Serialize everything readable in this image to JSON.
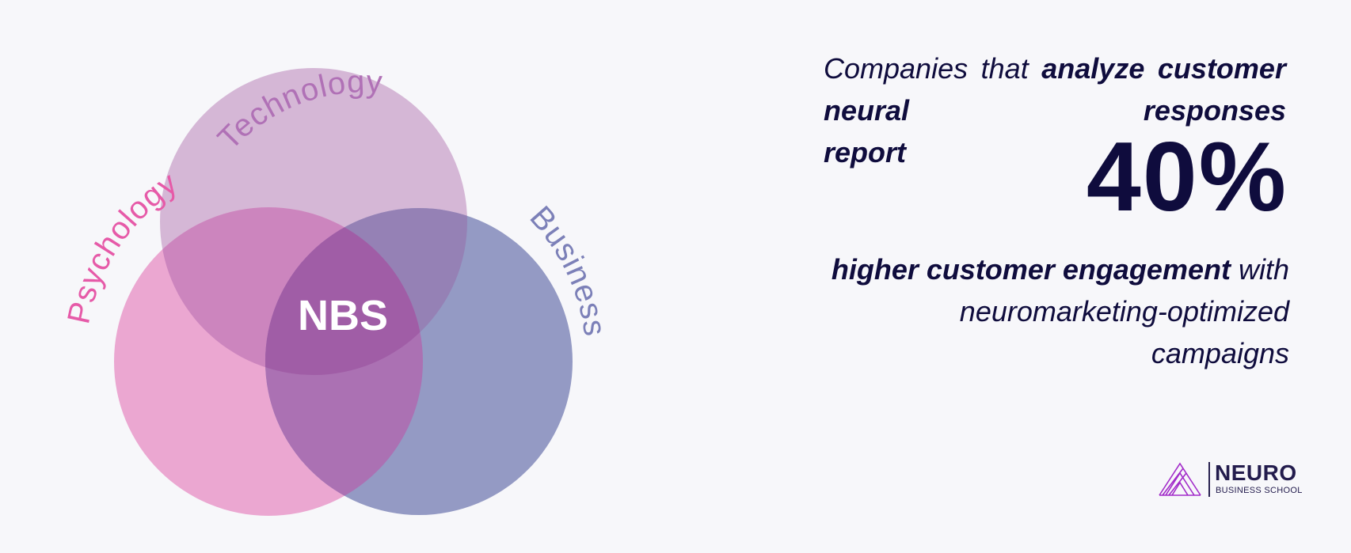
{
  "diagram": {
    "center_label": "NBS",
    "circles": [
      {
        "label": "Technology",
        "color": "#d5b7d6",
        "label_color": "#b071b6"
      },
      {
        "label": "Psychology",
        "color": "#eba7d1",
        "label_color": "#e65aa8"
      },
      {
        "label": "Business",
        "color": "#949ac4",
        "label_color": "#7c80b8"
      }
    ],
    "overlap_colors": {
      "technology_psychology": "#cc85be",
      "technology_business": "#9581b5",
      "psychology_business": "#ab71b3",
      "all": "#a05da6"
    }
  },
  "stat": {
    "intro_plain": "Companies",
    "intro_plain_2": "that",
    "intro_bold_1": "analyze",
    "intro_bold_2": "customer",
    "intro_bold_3": "neural",
    "intro_bold_4": "responses",
    "intro_bold_5": "report",
    "value": "40%",
    "result_bold": "higher customer engagement",
    "result_rest_1": "with",
    "result_rest_2": "neuromarketing-optimized",
    "result_rest_3": "campaigns"
  },
  "brand": {
    "name": "NEURO",
    "tagline": "BUSINESS SCHOOL",
    "color": "#231c4d",
    "icon": "triangle-logo-icon"
  }
}
